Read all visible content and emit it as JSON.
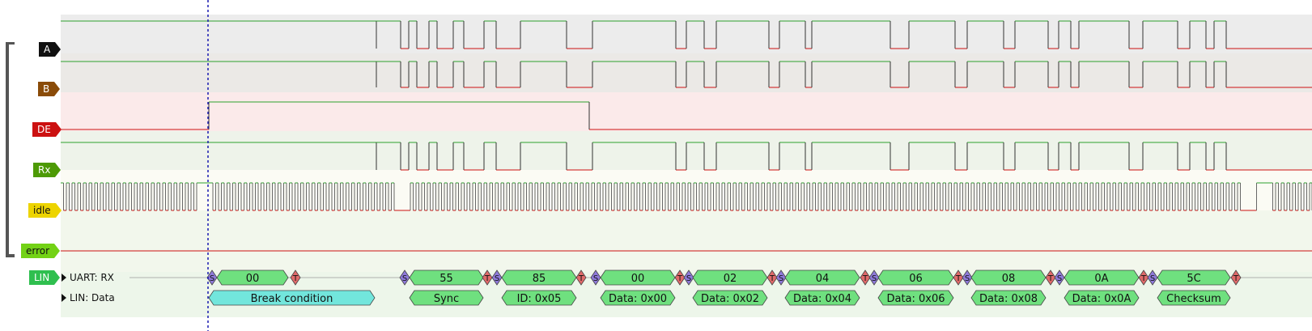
{
  "channels": [
    {
      "name": "A",
      "color": "#111111",
      "text_color": "#ffffff"
    },
    {
      "name": "B",
      "color": "#8a4b08",
      "text_color": "#ffffff"
    },
    {
      "name": "DE",
      "color": "#cc1111",
      "text_color": "#ffffff"
    },
    {
      "name": "Rx",
      "color": "#4d9a06",
      "text_color": "#ffffff"
    },
    {
      "name": "idle",
      "color": "#edd400",
      "text_color": "#111111"
    },
    {
      "name": "error",
      "color": "#73d216",
      "text_color": "#111111"
    }
  ],
  "decoder": {
    "name": "LIN",
    "color": "#2fbf4f",
    "rows": [
      {
        "label": "UART: RX"
      },
      {
        "label": "LIN: Data"
      }
    ],
    "uart_bytes": [
      {
        "value": "00"
      },
      {
        "value": "55"
      },
      {
        "value": "85"
      },
      {
        "value": "00"
      },
      {
        "value": "02"
      },
      {
        "value": "04"
      },
      {
        "value": "06"
      },
      {
        "value": "08"
      },
      {
        "value": "0A"
      },
      {
        "value": "5C"
      }
    ],
    "start_marker": "S",
    "stop_marker": "T",
    "lin_frames": [
      {
        "label": "Break condition"
      },
      {
        "label": "Sync"
      },
      {
        "label": "ID: 0x05"
      },
      {
        "label": "Data: 0x00"
      },
      {
        "label": "Data: 0x02"
      },
      {
        "label": "Data: 0x04"
      },
      {
        "label": "Data: 0x06"
      },
      {
        "label": "Data: 0x08"
      },
      {
        "label": "Data: 0x0A"
      },
      {
        "label": "Checksum"
      }
    ]
  },
  "colors": {
    "signal_high": "#2ea12e",
    "signal_low": "#cc1111",
    "cursor": "#1a1ab0",
    "start_fill": "#8f7adb",
    "stop_fill": "#e06a6a",
    "byte_fill": "#6fe07f",
    "break_fill": "#72e6dc"
  }
}
